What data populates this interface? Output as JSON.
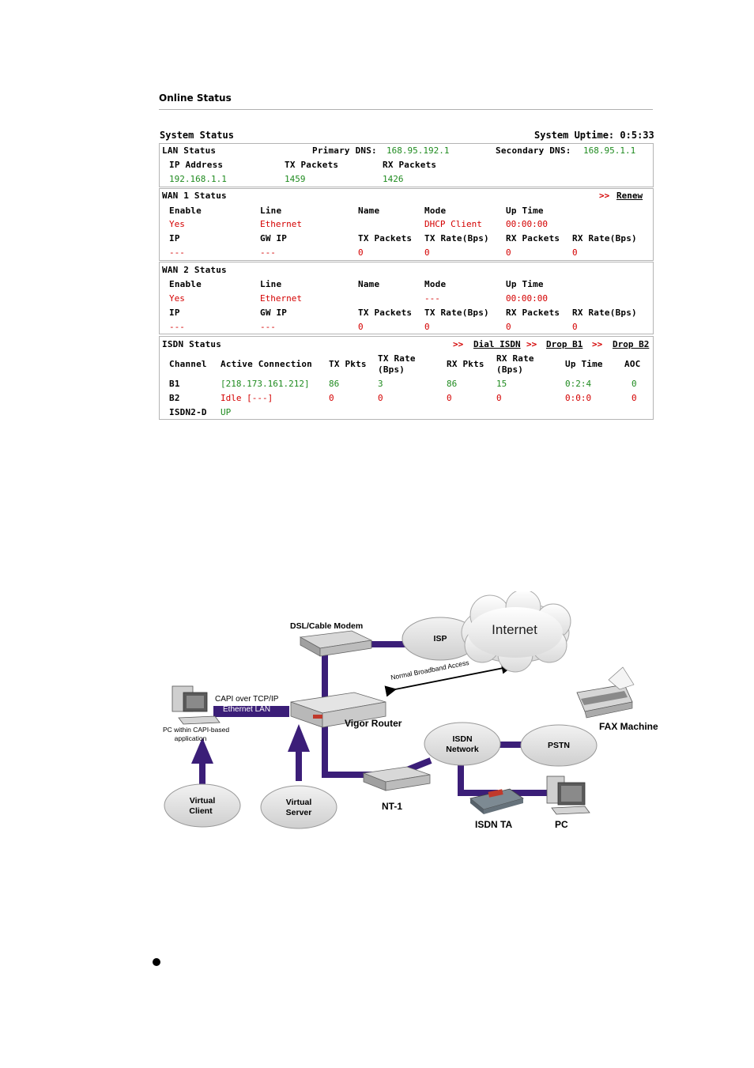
{
  "page_title": "Online Status",
  "system": {
    "title": "System Status",
    "uptime_label": "System Uptime:",
    "uptime_value": "0:5:33"
  },
  "lan": {
    "title": "LAN Status",
    "primary_dns_label": "Primary DNS:",
    "primary_dns": "168.95.192.1",
    "secondary_dns_label": "Secondary DNS:",
    "secondary_dns": "168.95.1.1",
    "headers": [
      "IP Address",
      "TX Packets",
      "RX Packets"
    ],
    "values": [
      "192.168.1.1",
      "1459",
      "1426"
    ]
  },
  "wan1": {
    "title": "WAN 1 Status",
    "renew_arrows": ">>",
    "renew_label": "Renew",
    "row1_headers": [
      "Enable",
      "Line",
      "Name",
      "Mode",
      "Up Time"
    ],
    "row1_values": [
      "Yes",
      "Ethernet",
      "",
      "DHCP Client",
      "00:00:00"
    ],
    "row2_headers": [
      "IP",
      "GW IP",
      "TX Packets",
      "TX Rate(Bps)",
      "RX Packets",
      "RX Rate(Bps)"
    ],
    "row2_values": [
      "---",
      "---",
      "0",
      "0",
      "0",
      "0"
    ]
  },
  "wan2": {
    "title": "WAN 2 Status",
    "row1_headers": [
      "Enable",
      "Line",
      "Name",
      "Mode",
      "Up Time"
    ],
    "row1_values": [
      "Yes",
      "Ethernet",
      "",
      "---",
      "00:00:00"
    ],
    "row2_headers": [
      "IP",
      "GW IP",
      "TX Packets",
      "TX Rate(Bps)",
      "RX Packets",
      "RX Rate(Bps)"
    ],
    "row2_values": [
      "---",
      "---",
      "0",
      "0",
      "0",
      "0"
    ]
  },
  "isdn": {
    "title": "ISDN Status",
    "arrows": ">>",
    "dial_label": "Dial ISDN",
    "drop_b1_label": "Drop B1",
    "drop_b2_label": "Drop B2",
    "headers": [
      "Channel",
      "Active Connection",
      "TX Pkts",
      "TX Rate",
      "(Bps)",
      "RX Pkts",
      "RX Rate",
      "(Bps)",
      "Up Time",
      "AOC"
    ],
    "b1": [
      "B1",
      "[218.173.161.212]",
      "86",
      "3",
      "86",
      "15",
      "0:2:4",
      "0"
    ],
    "b2": [
      "B2",
      "Idle [---]",
      "0",
      "0",
      "0",
      "0",
      "0:0:0",
      "0"
    ],
    "d_channel_label": "ISDN2-D",
    "d_channel_value": "UP"
  },
  "diagram": {
    "dsl_modem": "DSL/Cable Modem",
    "isp": "ISP",
    "internet": "Internet",
    "normal_access": "Normal Broadband Access",
    "capi_over_tcpip": "CAPI over TCP/IP",
    "ethernet_lan": "Ethernet LAN",
    "vigor_router": "Vigor Router",
    "pc_capi_line1": "PC within CAPI-based",
    "pc_capi_line2": "application",
    "isdn_network_line1": "ISDN",
    "isdn_network_line2": "Network",
    "pstn": "PSTN",
    "fax_machine": "FAX Machine",
    "nt1": "NT-1",
    "isdn_ta": "ISDN TA",
    "pc": "PC",
    "virtual_client_line1": "Virtual",
    "virtual_client_line2": "Client",
    "virtual_server_line1": "Virtual",
    "virtual_server_line2": "Server"
  },
  "colors": {
    "green": "#1f8b1f",
    "red": "#d40000",
    "link_purple": "#3b1e78"
  }
}
